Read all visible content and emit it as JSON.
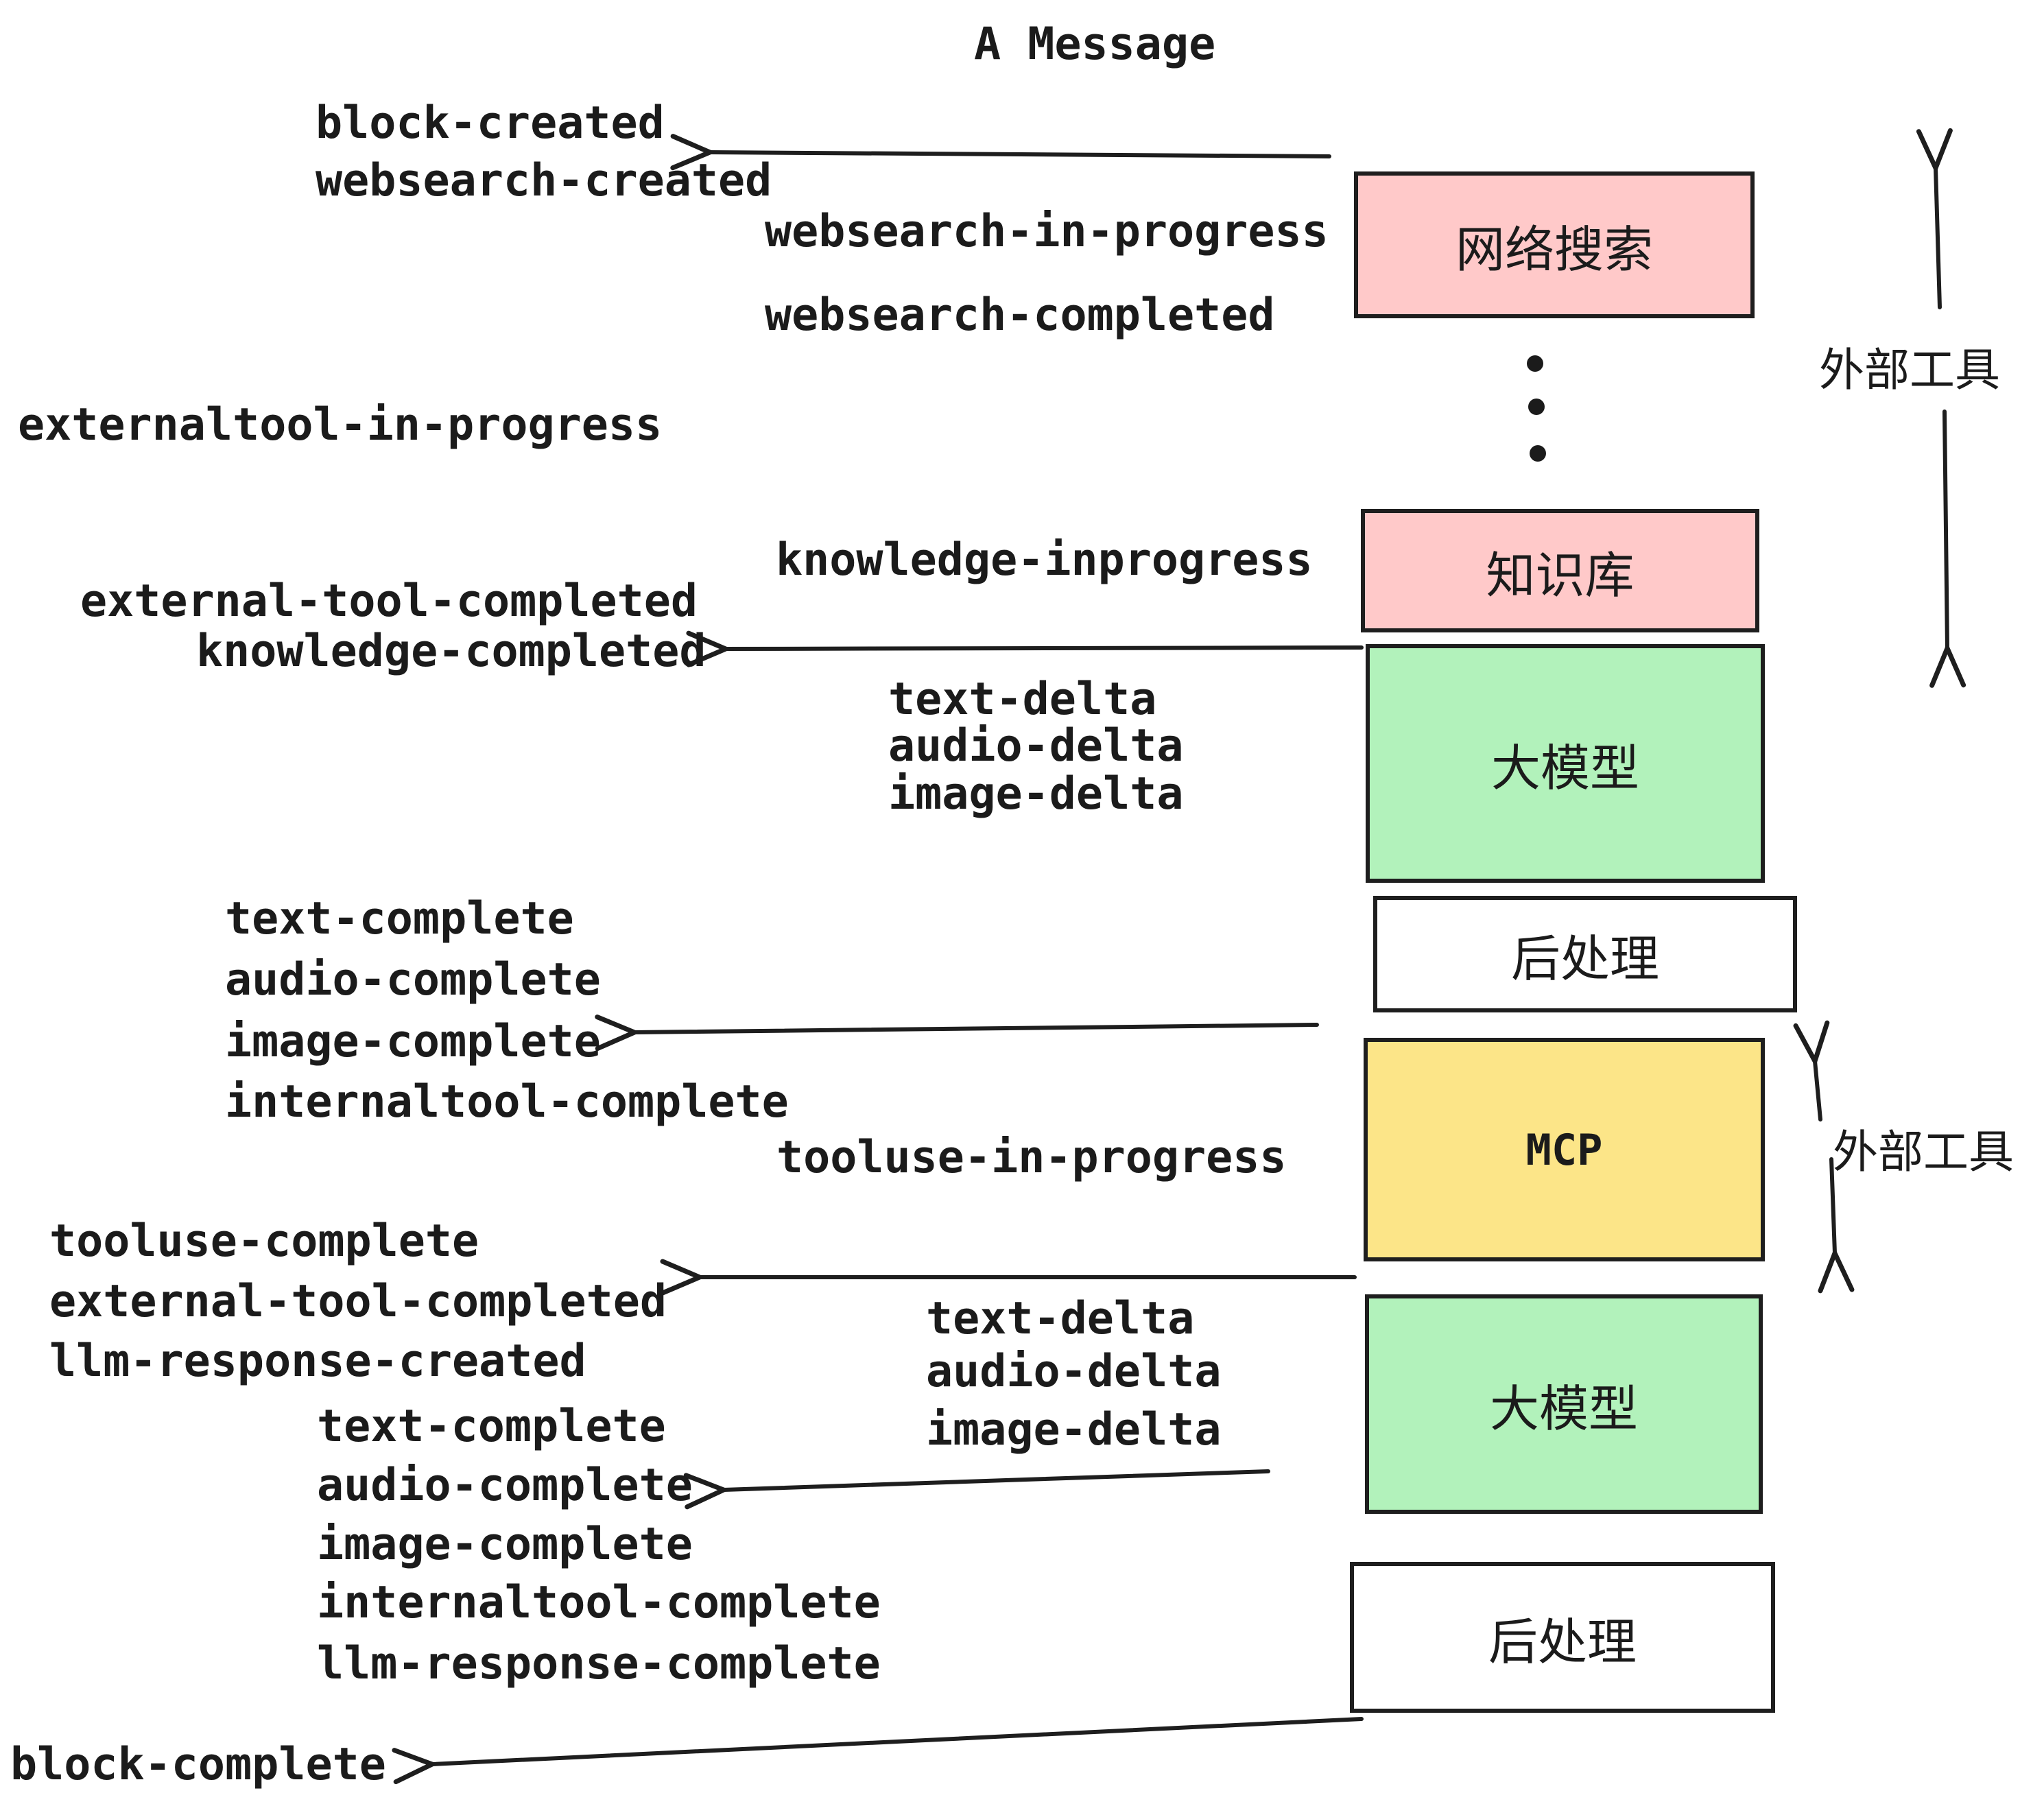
{
  "title": "A Message",
  "events": [
    {
      "text": "block-created"
    },
    {
      "text": "websearch-created"
    },
    {
      "text": "websearch-in-progress"
    },
    {
      "text": "websearch-completed"
    },
    {
      "text": "externaltool-in-progress"
    },
    {
      "text": "knowledge-inprogress"
    },
    {
      "text": "external-tool-completed"
    },
    {
      "text": "knowledge-completed"
    },
    {
      "text": "text-delta"
    },
    {
      "text": "audio-delta"
    },
    {
      "text": "image-delta"
    },
    {
      "text": "text-complete"
    },
    {
      "text": "audio-complete"
    },
    {
      "text": "image-complete"
    },
    {
      "text": "internaltool-complete"
    },
    {
      "text": "tooluse-in-progress"
    },
    {
      "text": "tooluse-complete"
    },
    {
      "text": "external-tool-completed"
    },
    {
      "text": "llm-response-created"
    },
    {
      "text": "text-complete"
    },
    {
      "text": "audio-complete"
    },
    {
      "text": "image-complete"
    },
    {
      "text": "internaltool-complete"
    },
    {
      "text": "llm-response-complete"
    },
    {
      "text": "text-delta"
    },
    {
      "text": "audio-delta"
    },
    {
      "text": "image-delta"
    },
    {
      "text": "block-complete"
    }
  ],
  "boxes": [
    {
      "label": "网络搜索",
      "color": "#ffc9c9"
    },
    {
      "label": "知识库",
      "color": "#ffc9c9"
    },
    {
      "label": "大模型",
      "color": "#b2f2bb"
    },
    {
      "label": "后处理",
      "color": "#ffffff"
    },
    {
      "label": "MCP",
      "color": "#fce588"
    },
    {
      "label": "大模型",
      "color": "#b2f2bb"
    },
    {
      "label": "后处理",
      "color": "#ffffff"
    }
  ],
  "side_labels": [
    {
      "text": "外部工具"
    },
    {
      "text": "外部工具"
    }
  ],
  "colors": {
    "box_pink": "#ffc9c9",
    "box_green": "#b2f2bb",
    "box_yellow": "#fce588",
    "box_white": "#ffffff",
    "stroke": "#1e1e1e",
    "text": "#1b1b1b"
  }
}
